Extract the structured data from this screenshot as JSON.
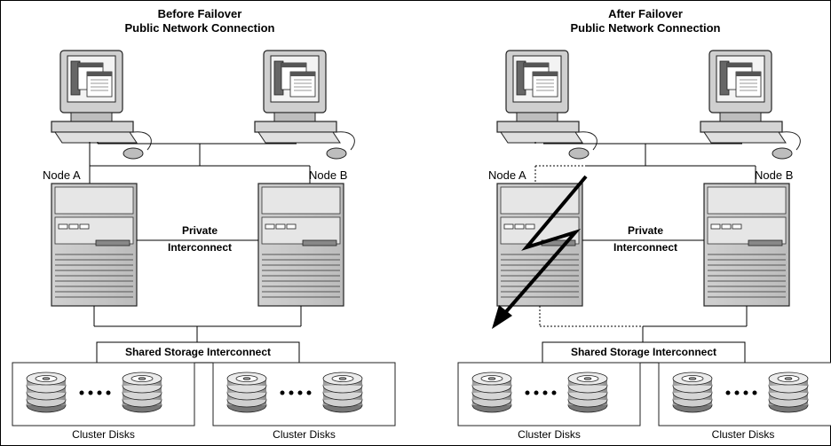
{
  "left_panel": {
    "title_line1": "Before Failover",
    "title_line2": "Public Network Connection",
    "node_a": "Node A",
    "node_b": "Node B",
    "private_line1": "Private",
    "private_line2": "Interconnect",
    "storage_interconnect": "Shared Storage Interconnect",
    "disks_left": "Cluster Disks",
    "disks_right": "Cluster Disks"
  },
  "right_panel": {
    "title_line1": "After Failover",
    "title_line2": "Public Network Connection",
    "node_a": "Node A",
    "node_b": "Node B",
    "private_line1": "Private",
    "private_line2": "Interconnect",
    "storage_interconnect": "Shared Storage Interconnect",
    "disks_left": "Cluster Disks",
    "disks_right": "Cluster Disks"
  }
}
